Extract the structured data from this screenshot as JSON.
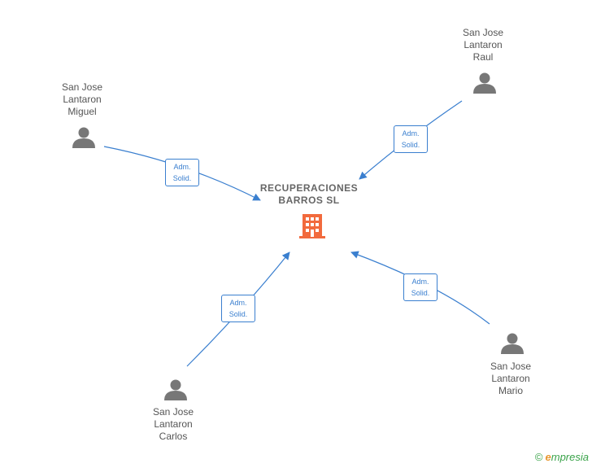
{
  "company": {
    "name_line1": "RECUPERACIONES",
    "name_line2": "BARROS  SL",
    "icon": "building-icon",
    "color": "#f26a3d"
  },
  "people": [
    {
      "line1": "San Jose",
      "line2": "Lantaron",
      "line3": "Raul",
      "icon": "person-icon"
    },
    {
      "line1": "San Jose",
      "line2": "Lantaron",
      "line3": "Miguel",
      "icon": "person-icon"
    },
    {
      "line1": "San Jose",
      "line2": "Lantaron",
      "line3": "Mario",
      "icon": "person-icon"
    },
    {
      "line1": "San Jose",
      "line2": "Lantaron",
      "line3": "Carlos",
      "icon": "person-icon"
    }
  ],
  "edges": [
    {
      "line1": "Adm.",
      "line2": "Solid."
    },
    {
      "line1": "Adm.",
      "line2": "Solid."
    },
    {
      "line1": "Adm.",
      "line2": "Solid."
    },
    {
      "line1": "Adm.",
      "line2": "Solid."
    }
  ],
  "colors": {
    "edge": "#3a7fcf",
    "person": "#777777"
  },
  "footer": {
    "copyright": "©",
    "brand_initial": "e",
    "brand_rest": "mpresia"
  }
}
